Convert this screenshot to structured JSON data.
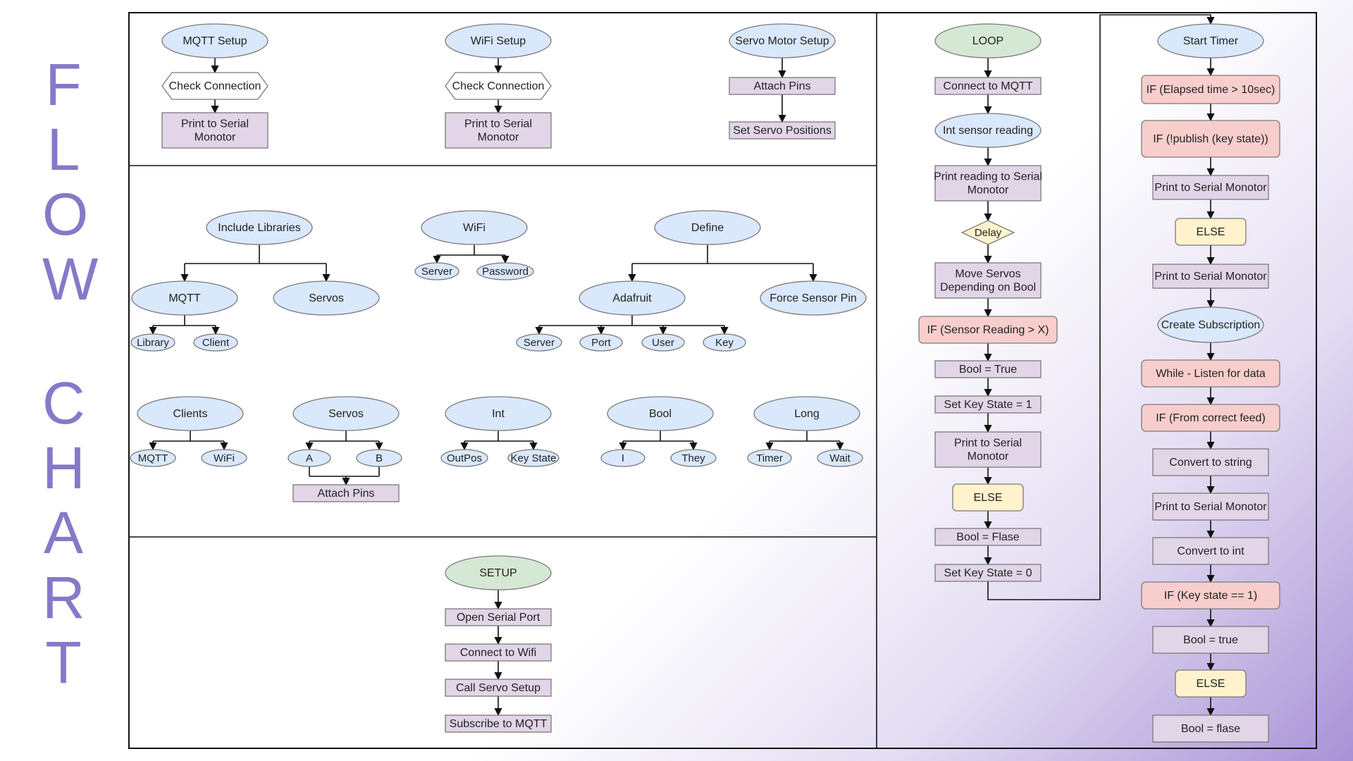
{
  "side_title": [
    "F",
    "L",
    "O",
    "W",
    "C",
    "H",
    "A",
    "R",
    "T"
  ],
  "nodes": [
    {
      "id": "mqtt_setup",
      "label": "MQTT Setup",
      "shape": "ellipse",
      "color": "blue"
    },
    {
      "id": "mqtt_check",
      "label": "Check Connection",
      "shape": "hexagon",
      "color": "white"
    },
    {
      "id": "mqtt_print",
      "label": "Print to Serial\nMonotor",
      "shape": "rect",
      "color": "purple"
    },
    {
      "id": "wifi_setup",
      "label": "WiFi Setup",
      "shape": "ellipse",
      "color": "blue"
    },
    {
      "id": "wifi_check",
      "label": "Check Connection",
      "shape": "hexagon",
      "color": "white"
    },
    {
      "id": "wifi_print",
      "label": "Print to Serial\nMonotor",
      "shape": "rect",
      "color": "purple"
    },
    {
      "id": "servo_setup",
      "label": "Servo Motor Setup",
      "shape": "ellipse",
      "color": "blue"
    },
    {
      "id": "servo_attach",
      "label": "Attach Pins",
      "shape": "rect",
      "color": "purple"
    },
    {
      "id": "servo_pos",
      "label": "Set Servo Positions",
      "shape": "rect",
      "color": "purple"
    },
    {
      "id": "inc_lib",
      "label": "Include Libraries",
      "shape": "ellipse",
      "color": "blue"
    },
    {
      "id": "lib_mqtt",
      "label": "MQTT",
      "shape": "ellipse",
      "color": "blue"
    },
    {
      "id": "lib_servos",
      "label": "Servos",
      "shape": "ellipse",
      "color": "blue"
    },
    {
      "id": "lib_library",
      "label": "Library",
      "shape": "ellipse",
      "color": "blue"
    },
    {
      "id": "lib_client",
      "label": "Client",
      "shape": "ellipse",
      "color": "blue"
    },
    {
      "id": "wifi",
      "label": "WiFi",
      "shape": "ellipse",
      "color": "blue"
    },
    {
      "id": "wifi_server",
      "label": "Server",
      "shape": "ellipse",
      "color": "blue"
    },
    {
      "id": "wifi_password",
      "label": "Password",
      "shape": "ellipse",
      "color": "blue"
    },
    {
      "id": "define",
      "label": "Define",
      "shape": "ellipse",
      "color": "blue"
    },
    {
      "id": "adafruit",
      "label": "Adafruit",
      "shape": "ellipse",
      "color": "blue"
    },
    {
      "id": "force_pin",
      "label": "Force Sensor Pin",
      "shape": "ellipse",
      "color": "blue"
    },
    {
      "id": "ada_server",
      "label": "Server",
      "shape": "ellipse",
      "color": "blue"
    },
    {
      "id": "ada_port",
      "label": "Port",
      "shape": "ellipse",
      "color": "blue"
    },
    {
      "id": "ada_user",
      "label": "User",
      "shape": "ellipse",
      "color": "blue"
    },
    {
      "id": "ada_key",
      "label": "Key",
      "shape": "ellipse",
      "color": "blue"
    },
    {
      "id": "clients",
      "label": "Clients",
      "shape": "ellipse",
      "color": "blue"
    },
    {
      "id": "cl_mqtt",
      "label": "MQTT",
      "shape": "ellipse",
      "color": "blue"
    },
    {
      "id": "cl_wifi",
      "label": "WiFi",
      "shape": "ellipse",
      "color": "blue"
    },
    {
      "id": "servos2",
      "label": "Servos",
      "shape": "ellipse",
      "color": "blue"
    },
    {
      "id": "sv_a",
      "label": "A",
      "shape": "ellipse",
      "color": "blue"
    },
    {
      "id": "sv_b",
      "label": "B",
      "shape": "ellipse",
      "color": "blue"
    },
    {
      "id": "sv_attach",
      "label": "Attach Pins",
      "shape": "rect",
      "color": "purple"
    },
    {
      "id": "int",
      "label": "Int",
      "shape": "ellipse",
      "color": "blue"
    },
    {
      "id": "int_outpos",
      "label": "OutPos",
      "shape": "ellipse",
      "color": "blue"
    },
    {
      "id": "int_key",
      "label": "Key State",
      "shape": "ellipse",
      "color": "blue"
    },
    {
      "id": "bool",
      "label": "Bool",
      "shape": "ellipse",
      "color": "blue"
    },
    {
      "id": "bool_i",
      "label": "I",
      "shape": "ellipse",
      "color": "blue"
    },
    {
      "id": "bool_they",
      "label": "They",
      "shape": "ellipse",
      "color": "blue"
    },
    {
      "id": "long",
      "label": "Long",
      "shape": "ellipse",
      "color": "blue"
    },
    {
      "id": "long_timer",
      "label": "Timer",
      "shape": "ellipse",
      "color": "blue"
    },
    {
      "id": "long_wait",
      "label": "Wait",
      "shape": "ellipse",
      "color": "blue"
    },
    {
      "id": "setup",
      "label": "SETUP",
      "shape": "ellipse",
      "color": "green"
    },
    {
      "id": "st_serial",
      "label": "Open Serial Port",
      "shape": "rect",
      "color": "purple"
    },
    {
      "id": "st_wifi",
      "label": "Connect to Wifi",
      "shape": "rect",
      "color": "purple"
    },
    {
      "id": "st_servo",
      "label": "Call Servo Setup",
      "shape": "rect",
      "color": "purple"
    },
    {
      "id": "st_mqtt",
      "label": "Subscribe to MQTT",
      "shape": "rect",
      "color": "purple"
    },
    {
      "id": "loop",
      "label": "LOOP",
      "shape": "ellipse",
      "color": "green"
    },
    {
      "id": "lp_mqtt",
      "label": "Connect to MQTT",
      "shape": "rect",
      "color": "purple"
    },
    {
      "id": "lp_sensor",
      "label": "Int sensor reading",
      "shape": "ellipse",
      "color": "blue"
    },
    {
      "id": "lp_print",
      "label": "Print reading to Serial\nMonotor",
      "shape": "rect",
      "color": "purple"
    },
    {
      "id": "lp_delay",
      "label": "Delay",
      "shape": "diamond",
      "color": "yellow"
    },
    {
      "id": "lp_move",
      "label": "Move Servos\nDepending on Bool",
      "shape": "rect",
      "color": "purple"
    },
    {
      "id": "lp_if",
      "label": "IF (Sensor Reading > X)",
      "shape": "rect",
      "color": "red"
    },
    {
      "id": "lp_true",
      "label": "Bool = True",
      "shape": "rect",
      "color": "purple"
    },
    {
      "id": "lp_key1",
      "label": "Set Key State = 1",
      "shape": "rect",
      "color": "purple"
    },
    {
      "id": "lp_print2",
      "label": "Print to Serial\nMonotor",
      "shape": "rect",
      "color": "purple"
    },
    {
      "id": "lp_else",
      "label": "ELSE",
      "shape": "rect",
      "color": "yellow"
    },
    {
      "id": "lp_false",
      "label": "Bool = Flase",
      "shape": "rect",
      "color": "purple"
    },
    {
      "id": "lp_key0",
      "label": "Set Key State = 0",
      "shape": "rect",
      "color": "purple"
    },
    {
      "id": "tm_start",
      "label": "Start Timer",
      "shape": "ellipse",
      "color": "blue"
    },
    {
      "id": "tm_if",
      "label": "IF (Elapsed time > 10sec)",
      "shape": "rect",
      "color": "red"
    },
    {
      "id": "tm_pub",
      "label": "IF (!publish (key state))",
      "shape": "rect",
      "color": "red"
    },
    {
      "id": "tm_print1",
      "label": "Print to Serial Monotor",
      "shape": "rect",
      "color": "purple"
    },
    {
      "id": "tm_else",
      "label": "ELSE",
      "shape": "rect",
      "color": "yellow"
    },
    {
      "id": "tm_print2",
      "label": "Print to Serial Monotor",
      "shape": "rect",
      "color": "purple"
    },
    {
      "id": "tm_sub",
      "label": "Create Subscription",
      "shape": "ellipse",
      "color": "blue"
    },
    {
      "id": "tm_while",
      "label": "While - Listen for data",
      "shape": "rect",
      "color": "red"
    },
    {
      "id": "tm_feed",
      "label": "IF (From correct feed)",
      "shape": "rect",
      "color": "red"
    },
    {
      "id": "tm_str",
      "label": "Convert to string",
      "shape": "rect",
      "color": "purple"
    },
    {
      "id": "tm_print3",
      "label": "Print to Serial Monotor",
      "shape": "rect",
      "color": "purple"
    },
    {
      "id": "tm_int",
      "label": "Convert to int",
      "shape": "rect",
      "color": "purple"
    },
    {
      "id": "tm_keyif",
      "label": "IF (Key state == 1)",
      "shape": "rect",
      "color": "red"
    },
    {
      "id": "tm_true",
      "label": "Bool = true",
      "shape": "rect",
      "color": "purple"
    },
    {
      "id": "tm_else2",
      "label": "ELSE",
      "shape": "rect",
      "color": "yellow"
    },
    {
      "id": "tm_flase",
      "label": "Bool = flase",
      "shape": "rect",
      "color": "purple"
    }
  ],
  "colors": {
    "blue": "#dae8fc",
    "green": "#d5e8d4",
    "purple": "#e1d5e7",
    "red": "#f8cecc",
    "yellow": "#fff2cc",
    "white": "#ffffff",
    "stroke": "#7a7a7a",
    "title": "#8878c8"
  }
}
